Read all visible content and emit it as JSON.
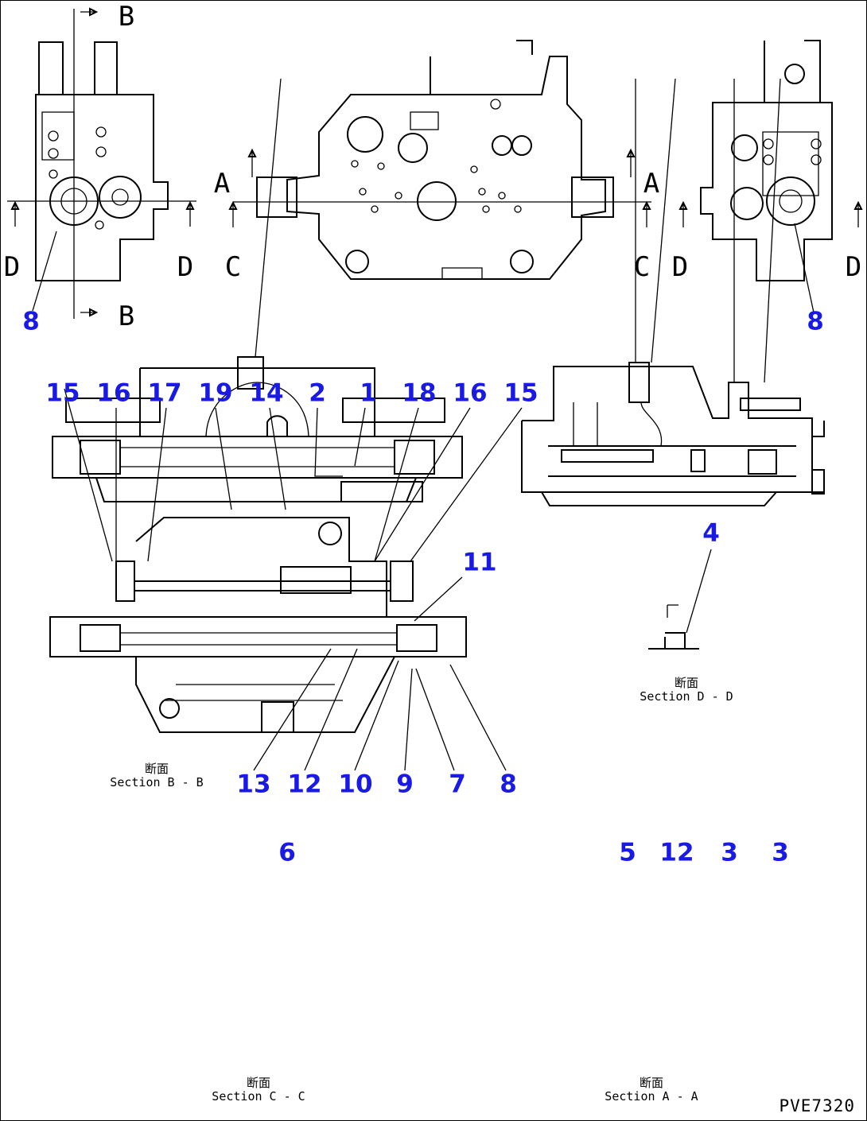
{
  "callouts": {
    "left_8": "8",
    "right_8": "8",
    "b15a": "15",
    "b16a": "16",
    "b17": "17",
    "b19": "19",
    "b14": "14",
    "b2": "2",
    "b1": "1",
    "b18": "18",
    "b16b": "16",
    "b15b": "15",
    "b11": "11",
    "b13": "13",
    "b12": "12",
    "b10": "10",
    "b9": "9",
    "b7": "7",
    "b8": "8",
    "d4": "4",
    "c6": "6",
    "a5": "5",
    "a12": "12",
    "a3a": "3",
    "a3b": "3"
  },
  "section_marks": {
    "b_top": "B",
    "b_bottom": "B",
    "a_left": "A",
    "a_right": "A",
    "c_left": "C",
    "c_right": "C",
    "d1": "D",
    "d2": "D",
    "d3": "D",
    "d4": "D"
  },
  "captions": {
    "bb_jp": "断面",
    "bb_en": "Section B - B",
    "dd_jp": "断面",
    "dd_en": "Section D - D",
    "cc_jp": "断面",
    "cc_en": "Section C - C",
    "aa_jp": "断面",
    "aa_en": "Section A - A"
  },
  "drawing_code": "PVE7320",
  "colors": {
    "callout": "#1a1ae6",
    "line": "#000000",
    "background": "#ffffff"
  }
}
